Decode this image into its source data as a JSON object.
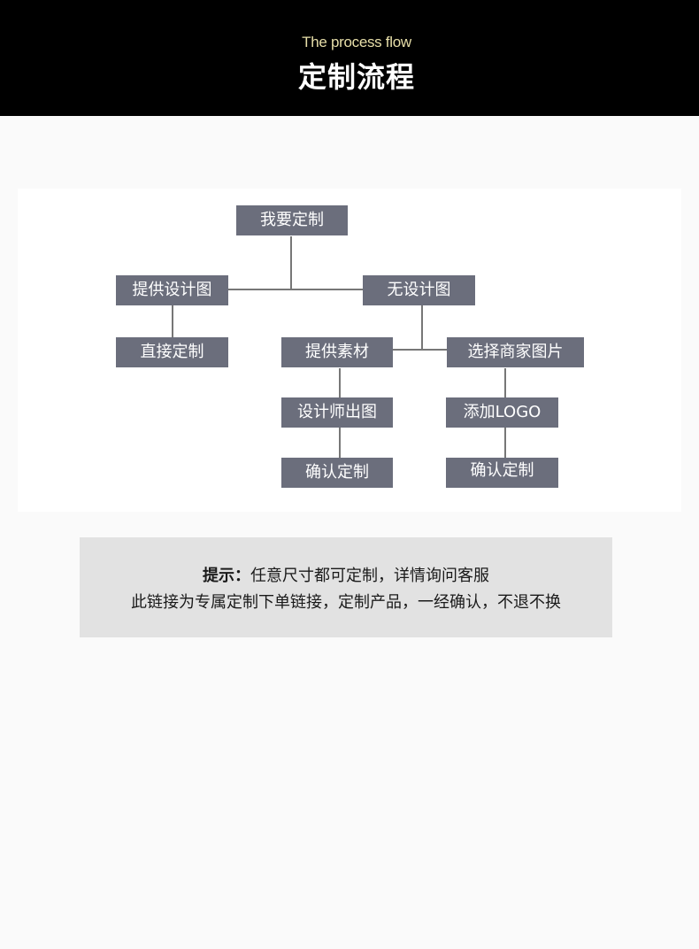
{
  "header": {
    "subtitle": "The process flow",
    "title": "定制流程",
    "background": "#000000",
    "subtitle_color": "#e8dfa9",
    "title_color": "#ffffff"
  },
  "flow": {
    "node_color": "#6b6e7c",
    "line_color": "#777777",
    "nodes": {
      "want_custom": "我要定制",
      "provide_design": "提供设计图",
      "no_design": "无设计图",
      "direct_custom": "直接定制",
      "provide_material": "提供素材",
      "choose_merchant_image": "选择商家图片",
      "designer_draws": "设计师出图",
      "add_logo": "添加LOGO",
      "confirm_custom_left": "确认定制",
      "confirm_custom_right": "确认定制"
    }
  },
  "notice": {
    "label": "提示：",
    "line1": "任意尺寸都可定制，详情询问客服",
    "line2": "此链接为专属定制下单链接，定制产品，一经确认，不退不换"
  }
}
